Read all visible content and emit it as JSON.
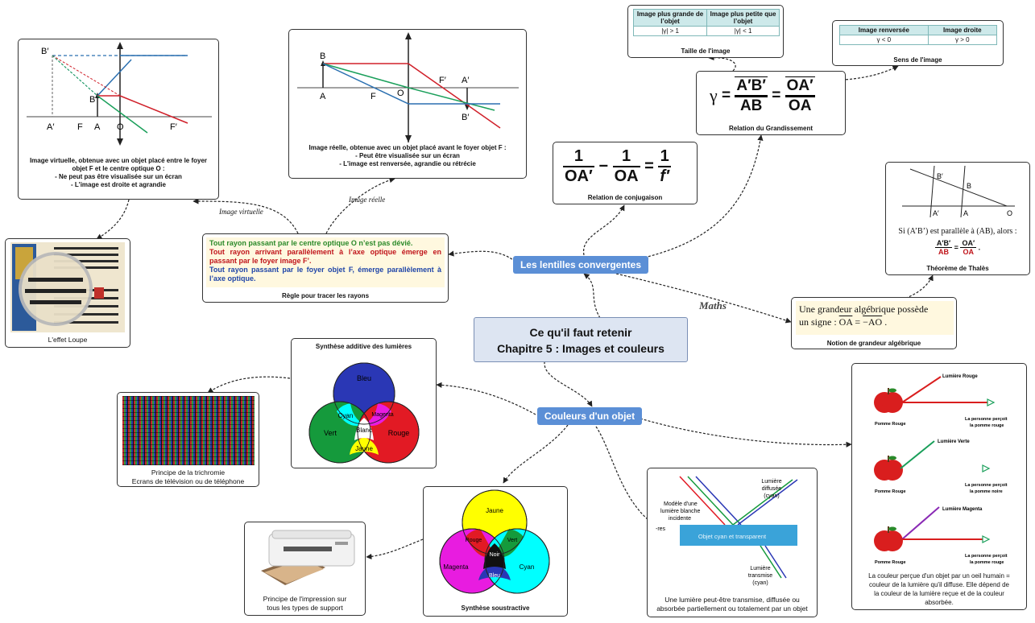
{
  "center": {
    "line1": "Ce qu'il faut retenir",
    "line2": "Chapitre 5 : Images et couleurs"
  },
  "topics": {
    "lentilles": "Les lentilles convergentes",
    "couleurs": "Couleurs d'un objet",
    "maths": "Maths"
  },
  "edge_labels": {
    "virtuelle": "Image virtuelle",
    "reelle": "Image réelle"
  },
  "virtual_image": {
    "labels": {
      "Bp": "B′",
      "B": "B",
      "Ap": "A′",
      "F": "F",
      "A": "A",
      "O": "O",
      "Fp": "F′"
    },
    "caption": [
      "Image virtuelle, obtenue avec un objet placé entre le foyer",
      "objet F et le centre optique O :",
      "- Ne peut pas être visualisée sur un écran",
      "- L'image est droite et agrandie"
    ]
  },
  "real_image": {
    "labels": {
      "B": "B",
      "A": "A",
      "F": "F",
      "O": "O",
      "Fp": "F′",
      "Ap": "A′",
      "Bp": "B′"
    },
    "caption": [
      "Image réelle, obtenue avec un objet placé avant le foyer objet F :",
      "- Peut être visualisée sur un écran",
      "- L'image est renversée, agrandie ou rétrécie"
    ]
  },
  "loupe": {
    "caption": "L'effet Loupe"
  },
  "rules": {
    "line1": "Tout rayon passant par le centre optique O n’est pas dévié.",
    "line2": "Tout rayon arrivant parallèlement à l’axe optique émerge en passant par le foyer image F’.",
    "line3": "Tout rayon passant par le foyer objet F, émerge parallèlement à l’axe optique.",
    "caption": "Règle pour tracer  les rayons"
  },
  "conjugaison": {
    "one": "1",
    "oap": "OA′",
    "oa": "OA",
    "fp": "f′",
    "minus": "−",
    "eq": "=",
    "caption": "Relation de conjugaison"
  },
  "grandissement": {
    "gamma": "γ",
    "eq": "=",
    "apbp": "A′B′",
    "ab": "AB",
    "oap": "OA′",
    "oa": "OA",
    "caption": "Relation du Grandissement"
  },
  "taille": {
    "h1": "Image plus grande de l’objet",
    "h2": "Image plus petite que l’objet",
    "v1": "|γ| > 1",
    "v2": "|γ| < 1",
    "caption": "Taille de l'image"
  },
  "sens": {
    "h1": "Image renversée",
    "h2": "Image droite",
    "v1": "γ < 0",
    "v2": "γ > 0",
    "caption": "Sens de l'image"
  },
  "thales": {
    "labels": {
      "Bp": "B′",
      "B": "B",
      "Ap": "A′",
      "A": "A",
      "O": "O"
    },
    "text": "Si (A’B’) est parallèle à (AB), alors :",
    "n1": "A′B′",
    "d1": "AB",
    "eq": "=",
    "n2": "OA′",
    "d2": "OA",
    "end": ".",
    "caption": "Théorème de Thalès"
  },
  "algebrique": {
    "line1": "Une grandeur algébrique possède",
    "line2a": "un signe : ",
    "oa": "OA",
    "eq": " = ",
    "moa": "−AO",
    "end": " .",
    "caption": "Notion de grandeur algébrique"
  },
  "additive": {
    "title": "Synthèse additive des lumières",
    "bleu": "Bleu",
    "vert": "Vert",
    "rouge": "Rouge",
    "cyan": "Cyan",
    "magenta": "Magenta",
    "jaune": "Jaune",
    "blanc": "Blanc"
  },
  "trichromie": {
    "line1": "Principe de la trichromie",
    "line2": "Ecrans de télévision ou de téléphone"
  },
  "soustractive": {
    "title": "Synthèse soustractive",
    "jaune": "Jaune",
    "magenta": "Magenta",
    "cyan": "Cyan",
    "rouge": "Rouge",
    "vert": "Vert",
    "bleu": "Bleu",
    "noir": "Noir"
  },
  "impression": {
    "line1": "Principe de l'impression sur",
    "line2": "tous les types de support"
  },
  "transmission": {
    "incident": [
      "Modèle d'une",
      "lumière blanche",
      "incidente"
    ],
    "res": "-res",
    "diffusee": [
      "Lumière",
      "diffusée",
      "(cyan)"
    ],
    "objet": "Objet cyan et transparent",
    "transmise": [
      "Lumière",
      "transmise",
      "(cyan)"
    ],
    "caption": [
      "Une lumière peut-être transmise, diffusée ou",
      "absorbée partiellement ou totalement par un objet"
    ]
  },
  "pommes": {
    "rows": [
      {
        "light": "Lumière Rouge",
        "apple": "Pomme Rouge",
        "seen": [
          "La personne perçoit",
          "la pomme rouge"
        ]
      },
      {
        "light": "Lumière Verte",
        "apple": "Pomme Rouge",
        "seen": [
          "La personne perçoit",
          "la pomme noire"
        ]
      },
      {
        "light": "Lumière Magenta",
        "apple": "Pomme Rouge",
        "seen": [
          "La personne perçoit",
          "la pomme rouge"
        ]
      }
    ],
    "caption": [
      "La couleur perçue d'un objet par un oeil humain =",
      "couleur de la lumière qu'il diffuse. Elle dépend de",
      "la couleur de la lumière reçue et de la couleur",
      "absorbée."
    ]
  },
  "colors": {
    "rouge": "#e01b24",
    "vert": "#1a9f3a",
    "bleu": "#1f3fbf",
    "cyan": "#00ffff",
    "magenta": "#e81ce0",
    "jaune": "#ffff00",
    "topic": "#5b8fd6"
  }
}
